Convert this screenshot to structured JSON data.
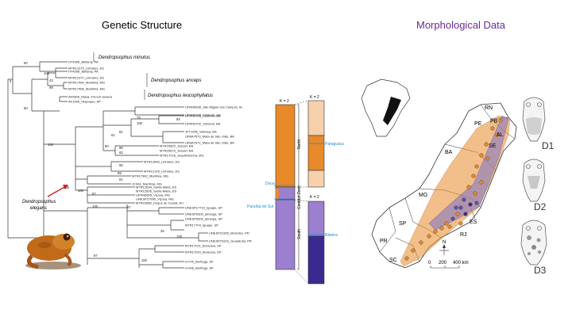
{
  "titles": {
    "genetic": "Genetic Structure",
    "morphological": "Morphological Data"
  },
  "tree": {
    "groups": [
      {
        "label": "Dendropsophus minutus"
      },
      {
        "label": "Dendropsophus anceps"
      },
      {
        "label": "Dendropsophus leucophyllatus"
      }
    ],
    "species_label": [
      "Dendropsophus",
      "elegans"
    ],
    "tips": [
      "HT4306_Bellamy, PA",
      "HT4308_Bellamy, PA",
      "MTR12375_Linhares, ES",
      "MTR12377_Linhares, ES",
      "MTR17484_Maritima, MG",
      "MTR17486_Maritima, MG",
      "AF0606_Mauá, French Guiana",
      "AF1095_Oiapoque, AP",
      "UFRN6638_São Miguel dos Campos, AL",
      "UFRN6158_Estância, SE",
      "UFRN9705_Varzedo, BA",
      "UFRN9702_Varzedo, BA",
      "JFT1058_Valença, BA",
      "UFBA7673_Mata de São João, BA",
      "UFBA7672_Mata de São João, BA",
      "MTR20820_Jussari, BA",
      "MTR20679_Jussari, BA",
      "MTR17218_Jequitinhonha, MG",
      "MTR12060_Linhares, ES",
      "MTR12145_Linhares, ES",
      "MTR17962_Maritima, MG",
      "JC904_Maritima, MG",
      "MTR12694_Santa Maria, ES",
      "MTR12695_Santa Maria, ES",
      "UFRN6895_Viçosa, MG",
      "UNESP27996_Viçosa, MG",
      "MTR22880_Duque de Caxias, RJ",
      "UNESP17710_Iguape, SP",
      "UNESP6305_Ipiranga, SP",
      "UNESP6306_Ipiranga, SP",
      "MTR17704_Iguape, SP",
      "UNESP21305_Morretes, PR",
      "UNESP23316_Guaratuba, PR",
      "MTR17021_Boracéia, SP",
      "MTR17020_Boracéia, SP",
      "H-076_Bertioga, SP",
      "H-006_Bertioga, SP"
    ],
    "bootstrap": [
      "50",
      "100",
      "43",
      "99",
      "0",
      "50",
      "100",
      "100",
      "79",
      "100",
      "94",
      "81",
      "61",
      "60",
      "96",
      "83",
      "96",
      "99",
      "81",
      "100",
      "87",
      "100",
      "97",
      "48",
      "100",
      "87",
      "100"
    ]
  },
  "structure": {
    "k_labels": [
      "K = 2",
      "K = 2",
      "K = 2"
    ],
    "north_label": "North",
    "south_label": "South",
    "contact_label": "Contact Zone",
    "doce_label": "Doce",
    "paraiba_label": "Paraíba do Sul",
    "paraguacu_label": "Paraguaçu",
    "ribeira_label": "Ribeira",
    "colors": {
      "orange": "#e8892a",
      "light_orange": "#f7d1ac",
      "purple": "#9c7fcf",
      "dark_purple": "#3a2a8f",
      "river_blue": "#1a8fd6"
    }
  },
  "map": {
    "states": [
      "RN",
      "PB",
      "PE",
      "AL",
      "SE",
      "BA",
      "MG",
      "ES",
      "RJ",
      "SP",
      "PR",
      "SC"
    ],
    "north_arrow": "N",
    "scale": [
      "0",
      "200",
      "400 km"
    ]
  },
  "morph": {
    "labels": [
      "D1",
      "D2",
      "D3"
    ]
  }
}
